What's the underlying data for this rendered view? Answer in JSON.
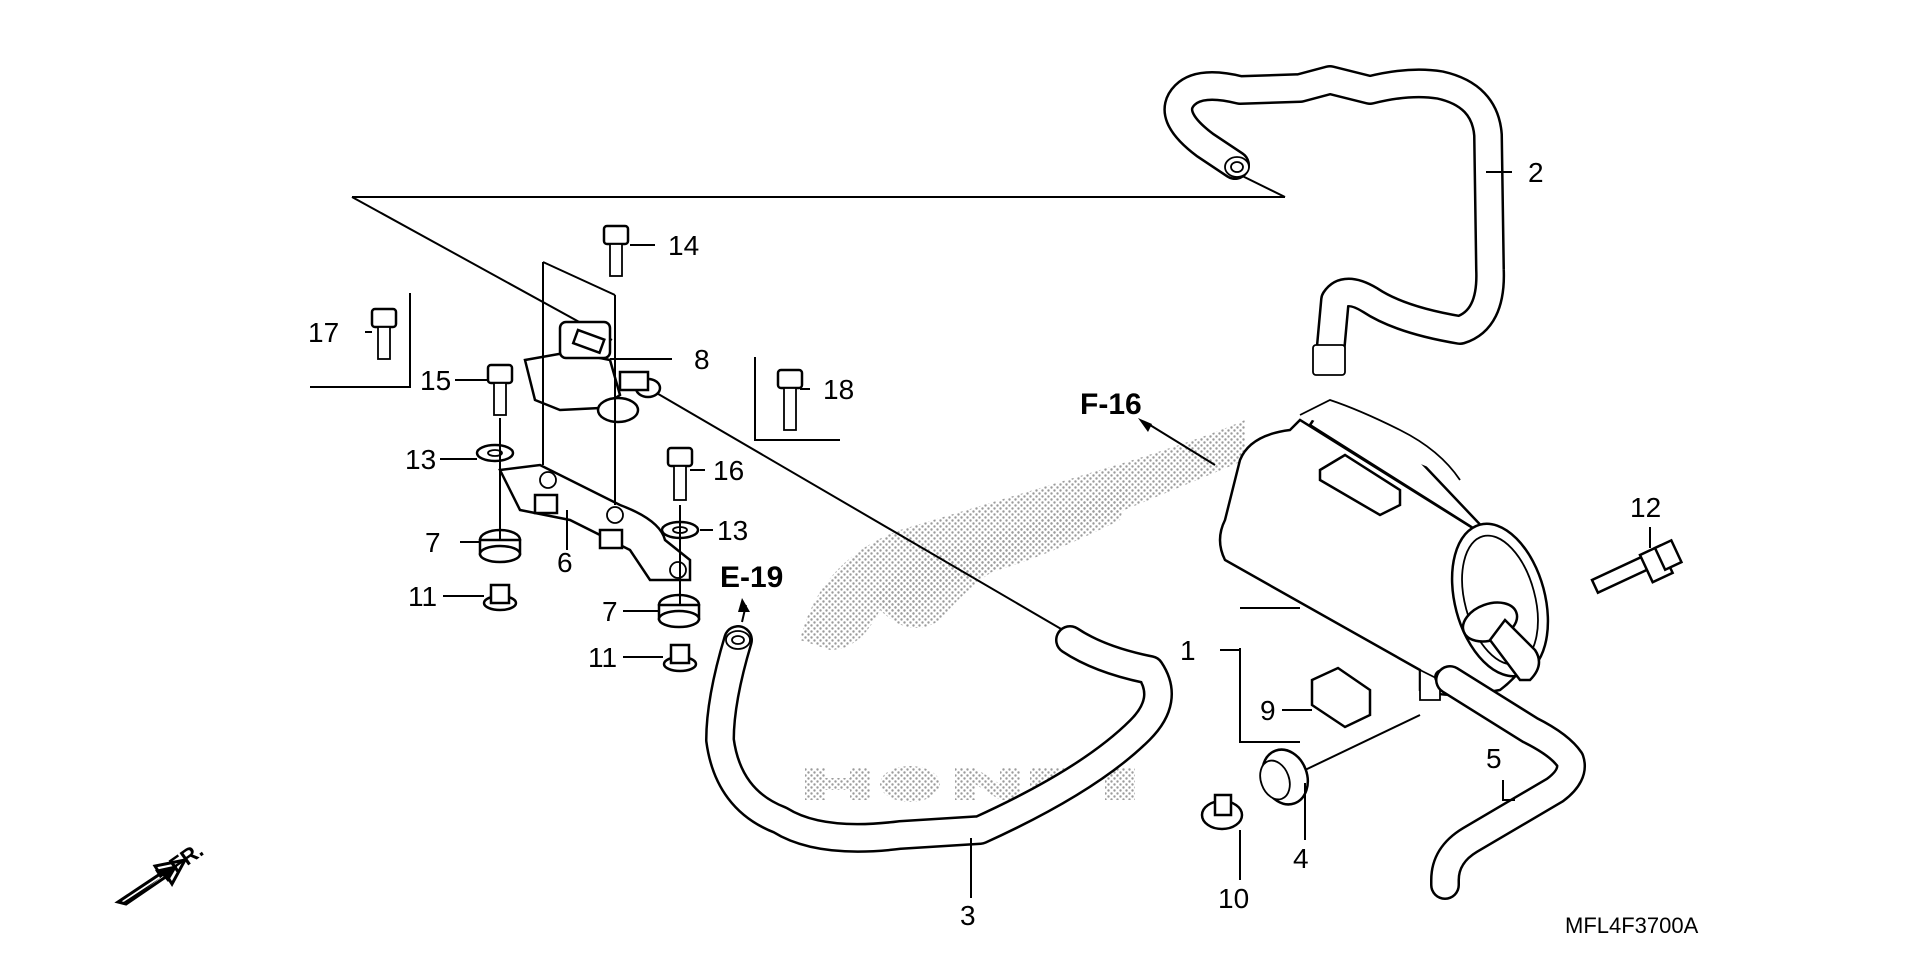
{
  "diagram": {
    "part_number_code": "MFL4F3700A",
    "direction_label": "FR.",
    "references": [
      "F-16",
      "E-19"
    ],
    "callouts": [
      "1",
      "2",
      "3",
      "4",
      "5",
      "6",
      "7",
      "7",
      "8",
      "9",
      "10",
      "11",
      "11",
      "12",
      "13",
      "13",
      "14",
      "15",
      "16",
      "17",
      "18"
    ]
  }
}
